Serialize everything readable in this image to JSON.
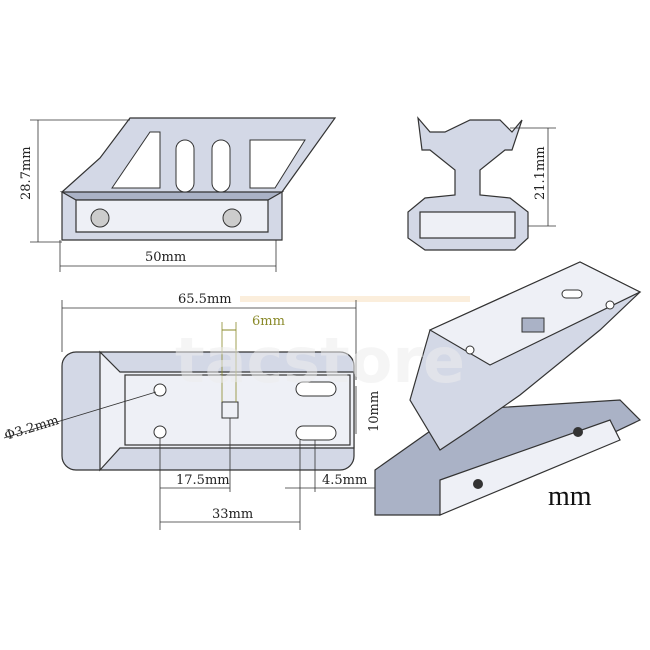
{
  "watermark": "tacstore",
  "unit_label": "mm",
  "side_view": {
    "height": "28.7mm",
    "width": "50mm"
  },
  "end_view": {
    "height": "21.1mm"
  },
  "top_view": {
    "length": "65.5mm",
    "slot_width": "6mm",
    "hole_diameter": "Φ3.2mm",
    "slot_height": "10mm",
    "hole_to_center": "17.5mm",
    "slot_offset": "4.5mm",
    "hole_spacing": "33mm"
  }
}
